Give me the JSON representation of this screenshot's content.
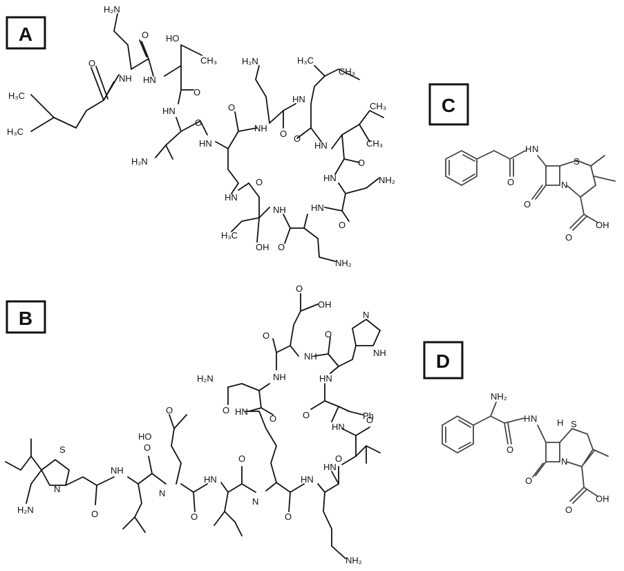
{
  "panels": [
    {
      "id": "A",
      "label": "A"
    },
    {
      "id": "B",
      "label": "B"
    },
    {
      "id": "C",
      "label": "C"
    },
    {
      "id": "D",
      "label": "D"
    }
  ],
  "atoms": {
    "nh2": "NH₂",
    "h2n": "H₂N",
    "nh": "NH",
    "hn": "HN",
    "n": "N",
    "o": "O",
    "s": "S",
    "h": "H",
    "oh": "OH",
    "ho": "HO",
    "ch3": "CH₃",
    "h3c": "H₃C",
    "ph": "Ph",
    "cooh": "OH",
    "hooc": "HO"
  }
}
